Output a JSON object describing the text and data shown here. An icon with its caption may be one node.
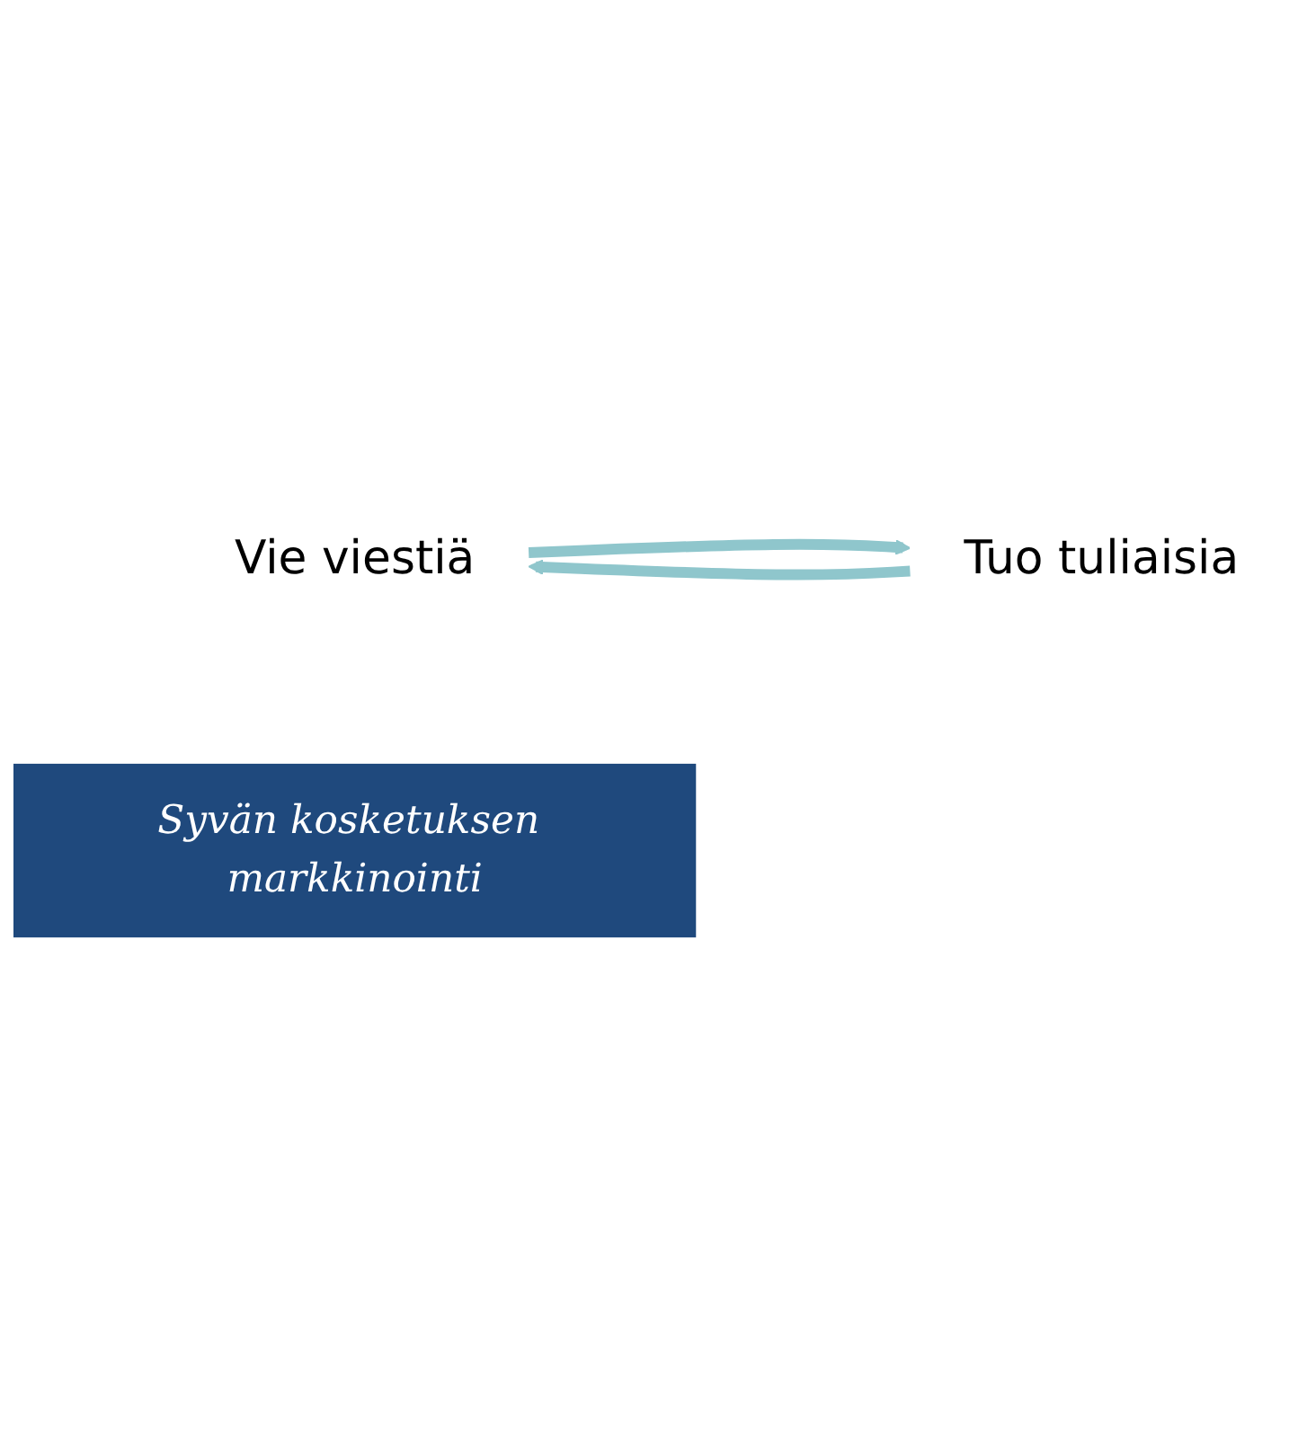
{
  "diagram": {
    "nodes": [
      {
        "text": [
          "Vie viestiä"
        ]
      },
      {
        "text": [
          "Tuo tuliaisia"
        ]
      },
      {
        "text": [
          "Syvän kosketuksen markkinointi"
        ]
      }
    ],
    "edges": [
      {
        "from": 0,
        "to": 1,
        "arrow": "to"
      },
      {
        "from": 1,
        "to": 0,
        "arrow": "to"
      }
    ]
  }
}
